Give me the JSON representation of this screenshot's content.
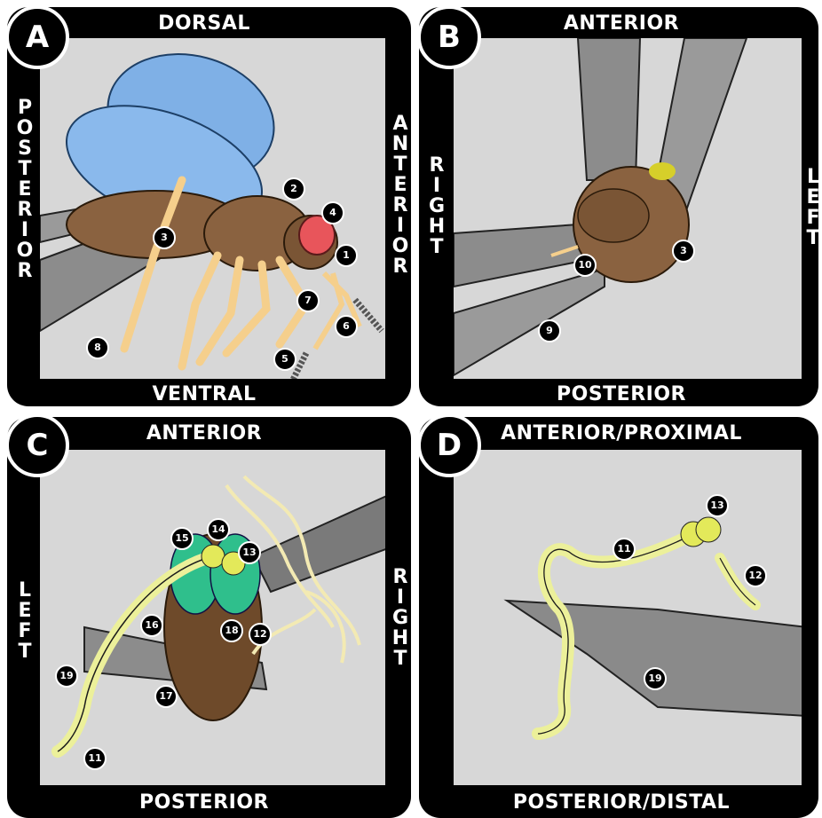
{
  "panels": {
    "a": {
      "letter": "A",
      "top": "DORSAL",
      "bottom": "VENTRAL",
      "left": "POSTERIOR",
      "right": "ANTERIOR"
    },
    "b": {
      "letter": "B",
      "top": "ANTERIOR",
      "bottom": "POSTERIOR",
      "left": "RIGHT",
      "right": "LEFT"
    },
    "c": {
      "letter": "C",
      "top": "ANTERIOR",
      "bottom": "POSTERIOR",
      "left": "LEFT",
      "right": "RIGHT"
    },
    "d": {
      "letter": "D",
      "top": "ANTERIOR/PROXIMAL",
      "bottom": "POSTERIOR/DISTAL"
    }
  },
  "callouts": {
    "a": [
      "1",
      "2",
      "3",
      "4",
      "5",
      "6",
      "7",
      "8"
    ],
    "b": [
      "3",
      "9",
      "10"
    ],
    "c": [
      "11",
      "12",
      "13",
      "14",
      "15",
      "16",
      "17",
      "18",
      "19"
    ],
    "d": [
      "11",
      "12",
      "13",
      "19"
    ]
  },
  "colors": {
    "background": "#d7d7d7",
    "frame": "#000000",
    "wing": "#7fb0e6",
    "body": "#8a6240",
    "eye": "#e8555b",
    "leg": "#f5cf8c",
    "gland": "#ecf09a",
    "tissue": "#2fbf8c",
    "forceps": "#8c8c8c"
  }
}
